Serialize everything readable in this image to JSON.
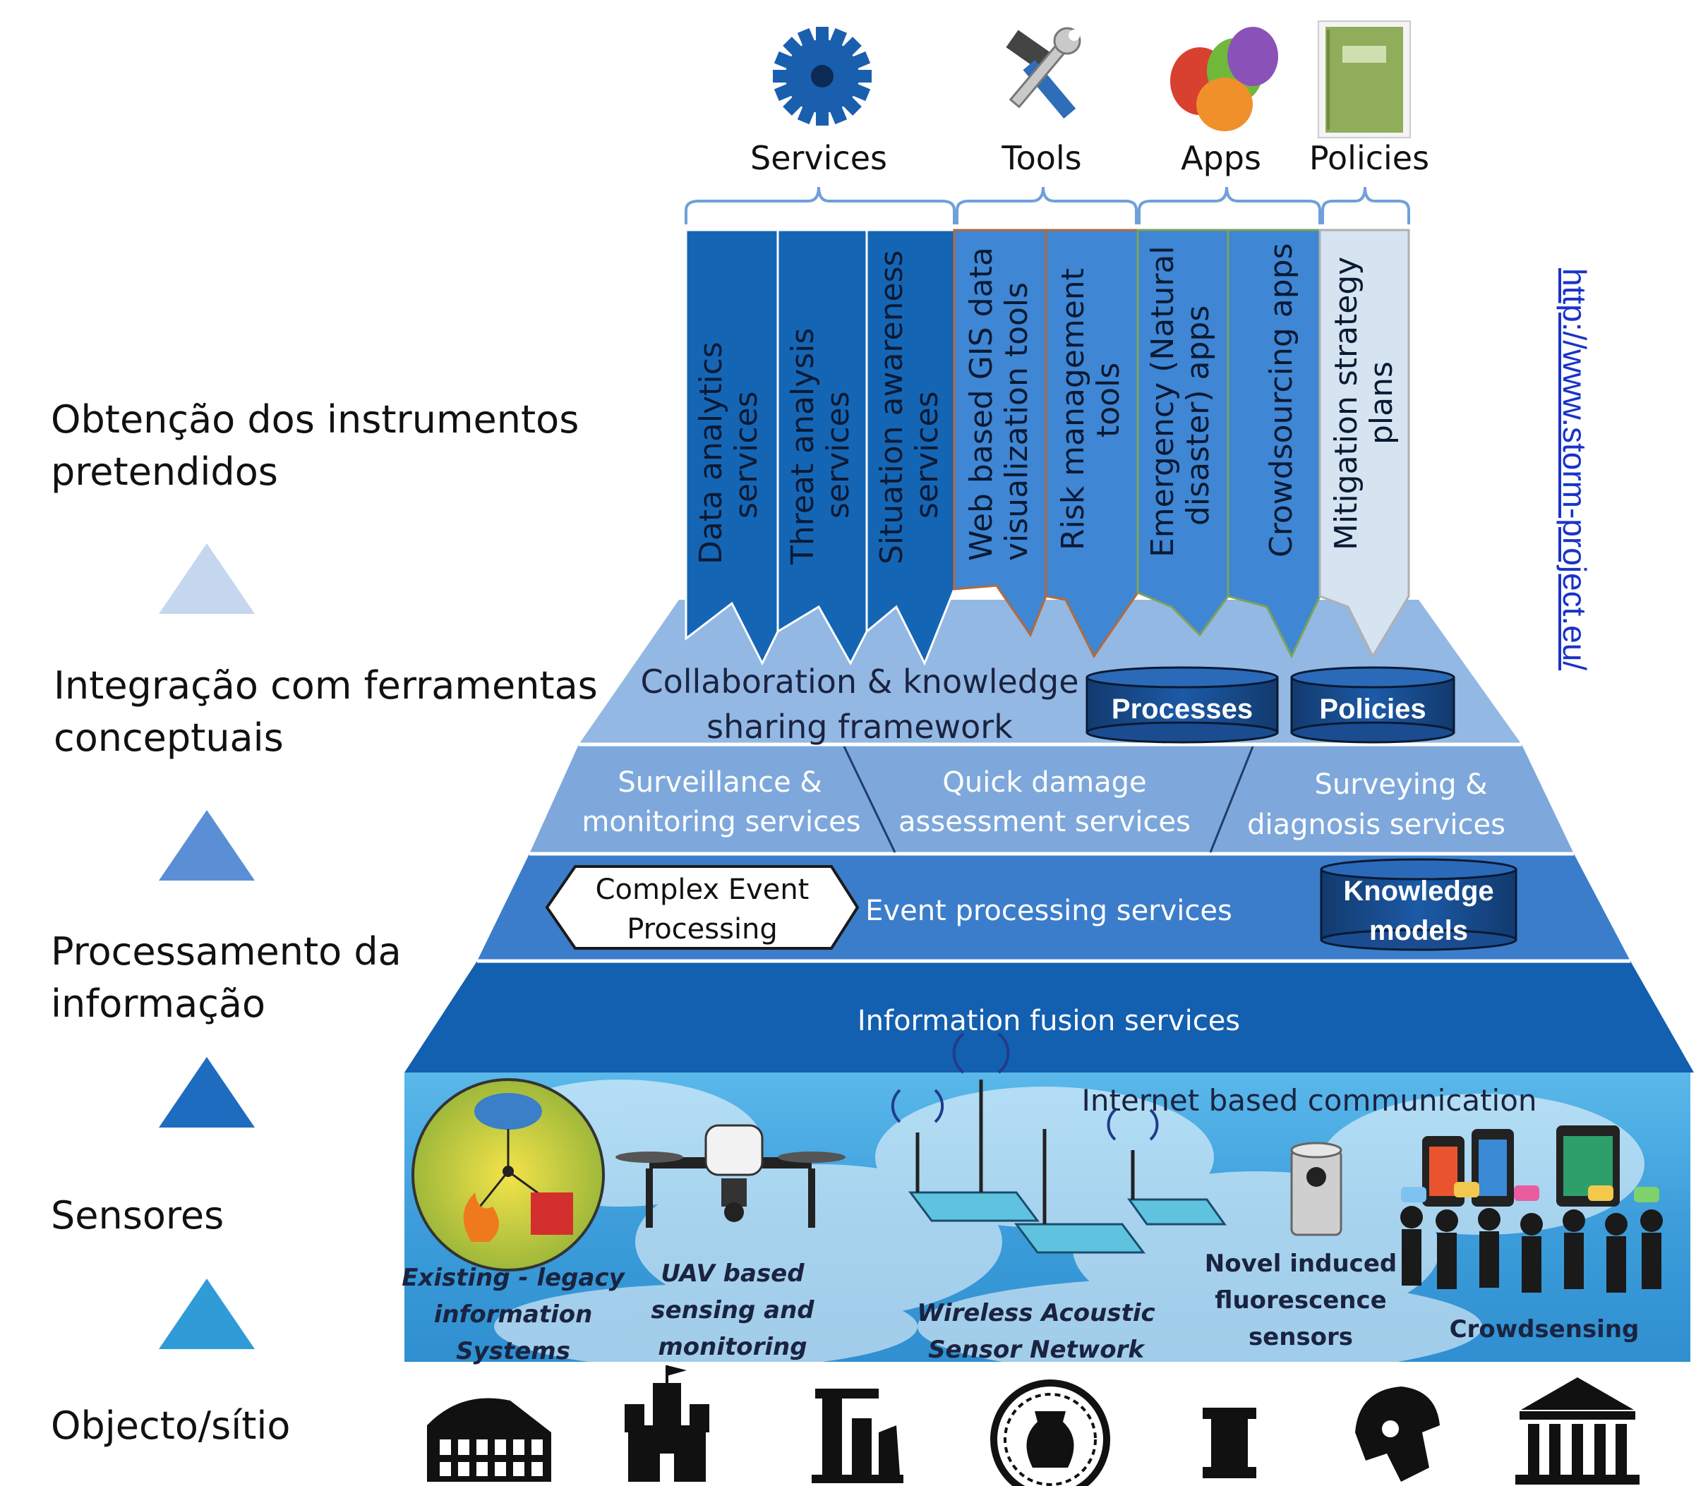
{
  "left_steps": [
    {
      "line1": "Obtenção dos instrumentos",
      "line2": "pretendidos"
    },
    {
      "line1": "Integração com ferramentas",
      "line2": "conceptuais"
    },
    {
      "line1": "Processamento da",
      "line2": "informação"
    },
    {
      "line1": "Sensores",
      "line2": ""
    },
    {
      "line1": "Objecto/sítio",
      "line2": ""
    }
  ],
  "step_triangle_colors": [
    "#c5d7ef",
    "#5a8fd6",
    "#1e6cbf",
    "#2f9bd7"
  ],
  "categories": {
    "services": "Services",
    "tools": "Tools",
    "apps": "Apps",
    "policies": "Policies"
  },
  "category_icons": [
    "gear-icon",
    "tools-icon",
    "balloons-icon",
    "notebook-icon"
  ],
  "top_columns": [
    {
      "line1": "Data analytics",
      "line2": "services"
    },
    {
      "line1": "Threat analysis",
      "line2": "services"
    },
    {
      "line1": "Situation awareness",
      "line2": "services"
    },
    {
      "line1": "Web based GIS data",
      "line2": "visualization tools"
    },
    {
      "line1": "Risk management",
      "line2": "tools"
    },
    {
      "line1": "Emergency (Natural",
      "line2": "disaster) apps"
    },
    {
      "line1": "Crowdsourcing apps",
      "line2": ""
    },
    {
      "line1": "Mitigation strategy",
      "line2": "plans"
    }
  ],
  "collab_layer": {
    "line1": "Collaboration & knowledge",
    "line2": "sharing framework"
  },
  "db_processes": "Processes",
  "db_policies": "Policies",
  "services_layer": [
    {
      "line1": "Surveillance &",
      "line2": "monitoring services"
    },
    {
      "line1": "Quick damage",
      "line2": "assessment services"
    },
    {
      "line1": "Surveying &",
      "line2": "diagnosis services"
    }
  ],
  "event_layer": {
    "cep_line1": "Complex Event",
    "cep_line2": "Processing",
    "center": "Event processing services",
    "km_line1": "Knowledge",
    "km_line2": "models"
  },
  "fusion_layer": "Information fusion services",
  "sensors_layer": {
    "title": "Internet based communication",
    "items": [
      {
        "lines": [
          "Existing - legacy",
          "information",
          "Systems"
        ]
      },
      {
        "lines": [
          "UAV based",
          "sensing and",
          "monitoring"
        ]
      },
      {
        "lines": [
          "Wireless Acoustic",
          "Sensor Network"
        ]
      },
      {
        "lines": [
          "Novel induced",
          "fluorescence",
          "sensors"
        ]
      },
      {
        "lines": [
          "Crowdsensing"
        ]
      }
    ]
  },
  "heritage_icons": [
    "colosseum-icon",
    "castle-icon",
    "ruins-icon",
    "amphora-icon",
    "column-fragment-icon",
    "helmet-icon",
    "temple-icon"
  ],
  "url": "http://www.storm-project.eu/",
  "colors": {
    "column_dark": "#1565b5",
    "column_mid": "#3f86d4",
    "column_light": "#d6e3f1",
    "collab": "#93b8e3",
    "services": "#7ea8dc",
    "event": "#3b7dcb",
    "fusion": "#135fb0",
    "sky": "#3aa6e0"
  }
}
